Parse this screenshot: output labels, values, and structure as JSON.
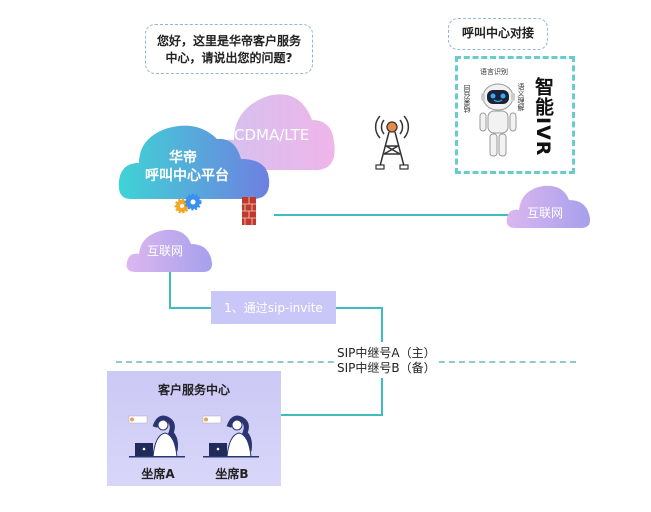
{
  "greeting_bubble": {
    "line1": "您好，这里是华帝客户服务",
    "line2": "中心，请说出您的问题?"
  },
  "callcenter_bubble": {
    "label": "呼叫中心对接"
  },
  "ivr_panel": {
    "title": "智能IVR",
    "robot_labels": {
      "top": "语言识别",
      "left": "结果召回",
      "right": "语义理解"
    }
  },
  "clouds": {
    "platform": {
      "line1": "华帝",
      "line2": "呼叫中心平台"
    },
    "mobile": {
      "label": "CDMA/LTE"
    },
    "internet_right": {
      "label": "互联网"
    },
    "internet_left": {
      "label": "互联网"
    }
  },
  "sip_step": {
    "label": "1、通过sip-invite"
  },
  "trunks": {
    "primary": "SIP中继号A（主）",
    "backup": "SIP中继号B（备）"
  },
  "service_center": {
    "title": "客户服务中心",
    "agents": [
      {
        "label": "坐席A"
      },
      {
        "label": "坐席B"
      }
    ]
  },
  "colors": {
    "connector": "#3dbdbf",
    "dashed_divider": "#8ec9cf",
    "ivr_border": "#66cccc",
    "platform_gradient_start": "#3fd3d6",
    "platform_gradient_end": "#6f7fe0",
    "purple_cloud_start": "#d9b9f1",
    "purple_cloud_end": "#9b9ceb",
    "service_box": "#cbc9f5"
  }
}
